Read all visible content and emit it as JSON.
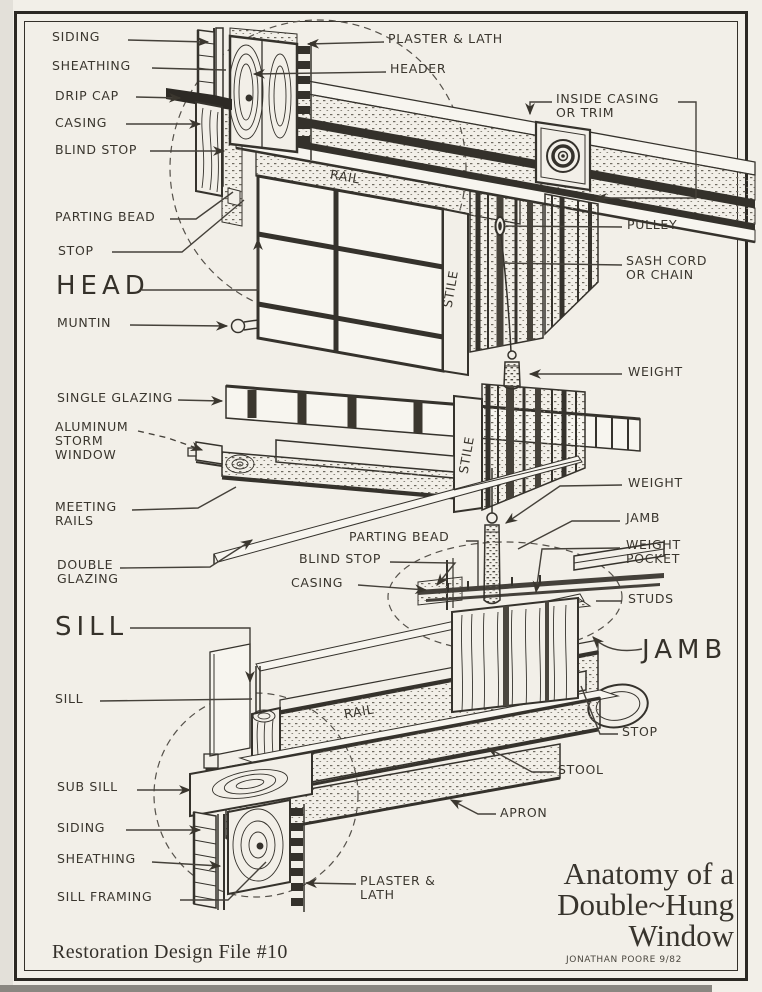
{
  "colors": {
    "paper": "#f2efe8",
    "ink": "#35322c",
    "label_ink": "#3a362e"
  },
  "title_block": {
    "line1": "Anatomy of a",
    "line2": "Double~Hung",
    "line3": "Window"
  },
  "footer": {
    "series": "Restoration Design File #10",
    "credit": "JONATHAN POORE 9/82"
  },
  "section_labels": {
    "head": "HEAD",
    "sill": "SILL",
    "jamb": "JAMB"
  },
  "inline_labels": {
    "rail_top": "RAIL",
    "stile_top": "STILE",
    "stile_mid": "STILE",
    "rail_bottom": "RAIL"
  },
  "part_labels": {
    "siding_top": "SIDING",
    "sheathing_top": "SHEATHING",
    "drip_cap": "DRIP CAP",
    "casing_top": "CASING",
    "blind_stop_top": "BLIND STOP",
    "parting_bead_top": "PARTING BEAD",
    "stop_top": "STOP",
    "muntin": "MUNTIN",
    "single_glazing": "SINGLE GLAZING",
    "aluminum_storm_window_l1": "ALUMINUM",
    "aluminum_storm_window_l2": "STORM",
    "aluminum_storm_window_l3": "WINDOW",
    "meeting_rails_l1": "MEETING",
    "meeting_rails_l2": "RAILS",
    "double_glazing_l1": "DOUBLE",
    "double_glazing_l2": "GLAZING",
    "sill": "SILL",
    "sub_sill": "SUB SILL",
    "siding_bottom": "SIDING",
    "sheathing_bottom": "SHEATHING",
    "sill_framing": "SILL FRAMING",
    "plaster_lath_top": "PLASTER & LATH",
    "header": "HEADER",
    "inside_casing_l1": "INSIDE CASING",
    "inside_casing_l2": "OR TRIM",
    "pulley": "PULLEY",
    "sash_cord_l1": "SASH CORD",
    "sash_cord_l2": "OR CHAIN",
    "weight_upper": "WEIGHT",
    "weight_lower": "WEIGHT",
    "jamb_small": "JAMB",
    "weight_pocket_l1": "WEIGHT",
    "weight_pocket_l2": "POCKET",
    "studs": "STUDS",
    "parting_bead_mid": "PARTING BEAD",
    "blind_stop_mid": "BLIND STOP",
    "casing_mid": "CASING",
    "stop_bottom": "STOP",
    "stool": "STOOL",
    "apron": "APRON",
    "plaster_lath_bottom_l1": "PLASTER &",
    "plaster_lath_bottom_l2": "LATH"
  }
}
